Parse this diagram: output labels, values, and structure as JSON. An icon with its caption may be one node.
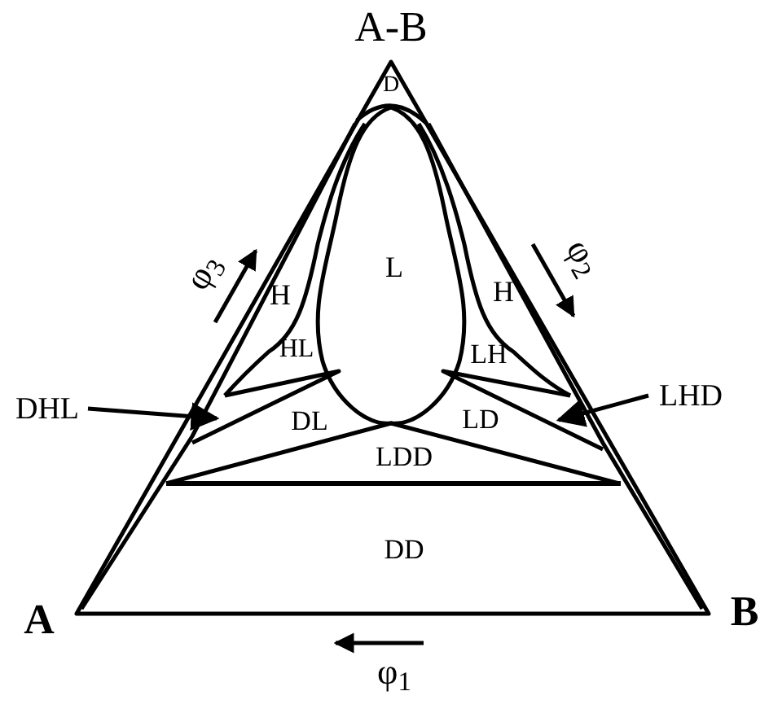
{
  "diagram": {
    "nodes": [
      {
        "text": [
          "DHL"
        ]
      },
      {
        "text": [
          "LHD"
        ]
      }
    ],
    "edges": [
      {
        "from": 0,
        "to": null,
        "arrow": "to"
      },
      {
        "from": 1,
        "to": null,
        "arrow": "to"
      }
    ],
    "labels": [
      "A-B",
      "D",
      "L",
      "H",
      "H",
      "HL",
      "LH",
      "DL",
      "LD",
      "LDD",
      "DD",
      "A",
      "B",
      "φ$_{3}$",
      "φ$_{2}$",
      "φ$_{1}$"
    ]
  }
}
